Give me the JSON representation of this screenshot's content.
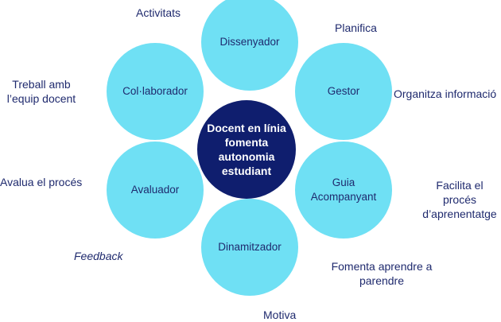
{
  "center_label": "Docent en línia fomenta autonomia estudiant",
  "roles": {
    "dissenyador": "Dissenyador",
    "gestor": "Gestor",
    "collaborador": "Col·laborador",
    "avaluador": "Avaluador",
    "guia": "Guia Acompanyant",
    "dinamitzador": "Dinamitzador"
  },
  "functions": {
    "activitats": "Activitats",
    "planifica": "Planifica",
    "treball": "Treball amb l’equip docent",
    "organitza": "Organitza informació",
    "avalua": "Avalua el procés",
    "facilita": "Facilita el procés d’aprenentatge",
    "feedback": "Feedback",
    "fomenta": "Fomenta aprendre a parendre",
    "motiva": "Motiva"
  },
  "colors": {
    "role_fill": "#6fe0f4",
    "center_fill": "#0f1e6e",
    "text": "#1f2a6e"
  }
}
